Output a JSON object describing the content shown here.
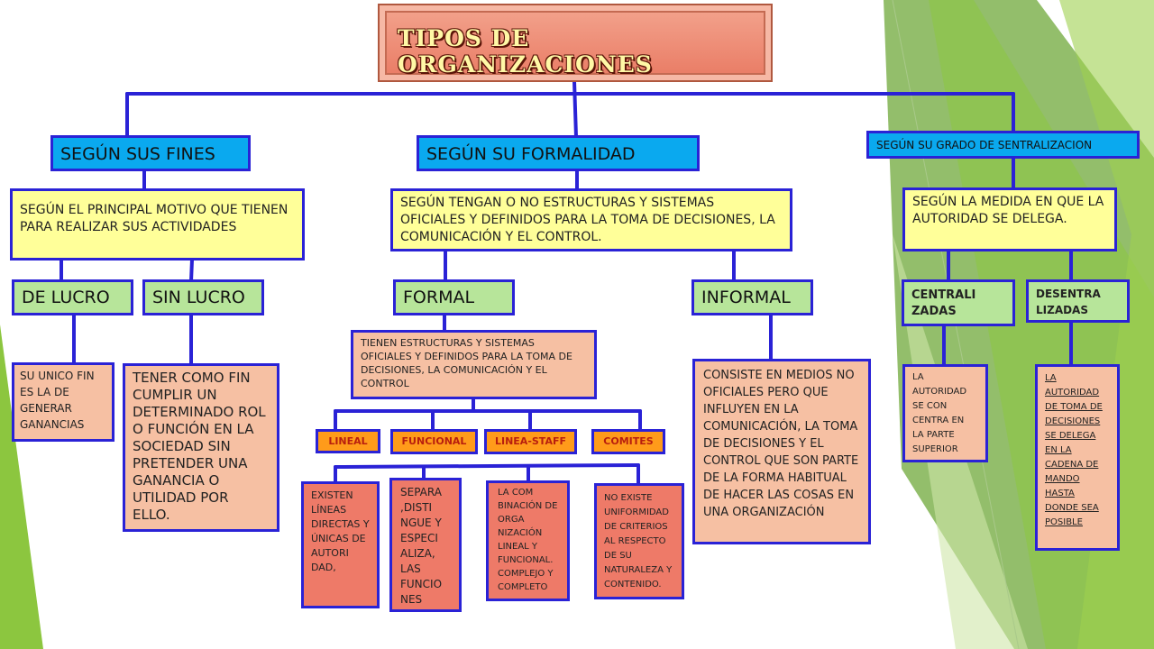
{
  "title": "TIPOS DE ORGANIZACIONES",
  "colors": {
    "connector": "#2a22d6",
    "header_blue": "#0aa9ef",
    "note_yellow": "#ffff99",
    "leaf_green": "#b7e59a",
    "detail_peach": "#f6c0a3",
    "detail_salmon": "#ee7a68",
    "sub_orange": "#ff9b1a",
    "title_gradient": "#e97a63",
    "title_text": "#fff8a6",
    "background_green": "#8cc63f"
  },
  "branches": {
    "fines": {
      "header": "SEGÚN SUS FINES",
      "criterion": "SEGÚN EL PRINCIPAL MOTIVO QUE TIENEN PARA REALIZAR SUS ACTIVIDADES",
      "lucro": {
        "label": "DE LUCRO",
        "desc": "SU UNICO FIN ES LA DE GENERAR GANANCIAS"
      },
      "sin_lucro": {
        "label": "SIN LUCRO",
        "desc": "TENER COMO FIN CUMPLIR UN DETERMINADO ROL O FUNCIÓN EN LA SOCIEDAD SIN PRETENDER UNA GANANCIA O UTILIDAD POR ELLO."
      }
    },
    "formalidad": {
      "header": "SEGÚN SU FORMALIDAD",
      "criterion": "SEGÚN TENGAN O NO ESTRUCTURAS Y SISTEMAS OFICIALES Y DEFINIDOS PARA LA TOMA DE DECISIONES, LA COMUNICACIÓN Y EL CONTROL.",
      "formal": {
        "label": "FORMAL",
        "desc": "TIENEN ESTRUCTURAS Y SISTEMAS OFICIALES Y DEFINIDOS PARA LA TOMA DE DECISIONES, LA COMUNICACIÓN Y EL CONTROL",
        "types": [
          {
            "label": "LINEAL",
            "desc": "EXISTEN LÍNEAS DIRECTAS Y ÚNICAS DE AUTORI DAD,"
          },
          {
            "label": "FUNCIONAL",
            "desc": "SEPARA ,DISTI NGUE Y ESPECI ALIZA, LAS FUNCIO NES"
          },
          {
            "label": "LINEA-STAFF",
            "desc": "LA COM BINACIÓN DE ORGA NIZACIÓN LINEAL Y FUNCIONAL. COMPLEJO Y COMPLETO"
          },
          {
            "label": "COMITES",
            "desc": "NO EXISTE UNIFORMIDAD DE CRITERIOS AL RESPECTO DE SU NATURALEZA Y CONTENIDO."
          }
        ]
      },
      "informal": {
        "label": "INFORMAL",
        "desc": "CONSISTE EN MEDIOS NO OFICIALES PERO QUE INFLUYEN EN LA COMUNICACIÓN, LA TOMA DE DECISIONES Y EL CONTROL QUE SON PARTE DE LA FORMA HABITUAL DE HACER LAS COSAS EN UNA ORGANIZACIÓN"
      }
    },
    "centralizacion": {
      "header": "SEGÚN SU GRADO DE SENTRALIZACION",
      "criterion": "SEGÚN LA MEDIDA EN QUE LA AUTORIDAD SE DELEGA.",
      "centralizadas": {
        "label": "CENTRALI ZADAS",
        "desc": "LA AUTORIDAD SE CON CENTRA EN LA PARTE SUPERIOR"
      },
      "descentralizadas": {
        "label": "DESENTRA LIZADAS",
        "desc": "LA AUTORIDAD DE TOMA DE DECISIONES SE DELEGA EN LA CADENA DE MANDO HASTA DONDE SEA POSIBLE"
      }
    }
  }
}
